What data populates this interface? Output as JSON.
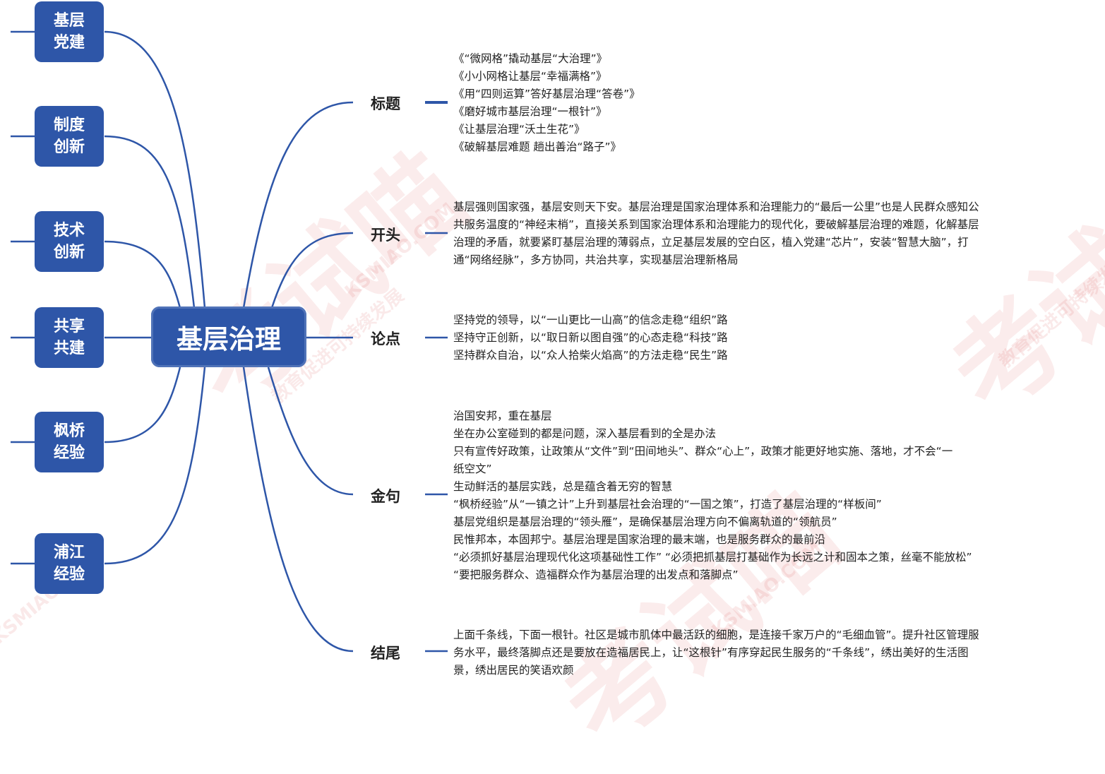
{
  "center": "基层治理",
  "left_nodes": [
    {
      "line1": "基层",
      "line2": "党建"
    },
    {
      "line1": "制度",
      "line2": "创新"
    },
    {
      "line1": "技术",
      "line2": "创新"
    },
    {
      "line1": "共享",
      "line2": "共建"
    },
    {
      "line1": "枫桥",
      "line2": "经验"
    },
    {
      "line1": "浦江",
      "line2": "经验"
    }
  ],
  "right_nodes": {
    "titles": {
      "label": "标题",
      "items": [
        "《“微网格”撬动基层“大治理”》",
        "《小小网格让基层“幸福满格”》",
        "《用“四则运算”答好基层治理“答卷”》",
        "《磨好城市基层治理“一根针”》",
        "《让基层治理“沃土生花”》",
        "《破解基层难题 趟出善治“路子”》"
      ]
    },
    "opening": {
      "label": "开头",
      "lines": [
        "基层强则国家强，基层安则天下安。基层治理是国家治理体系和治理能力的“最后一公里”也是人民群众感知公",
        "共服务温度的“神经末梢”，直接关系到国家治理体系和治理能力的现代化，要破解基层治理的难题，化解基层",
        "治理的矛盾，就要紧盯基层治理的薄弱点，立足基层发展的空白区，植入党建“芯片”，安装“智慧大脑”，打",
        "通“网络经脉”，多方协同，共治共享，实现基层治理新格局"
      ]
    },
    "arguments": {
      "label": "论点",
      "items": [
        "坚持党的领导，以“一山更比一山高”的信念走稳“组织”路",
        "坚持守正创新，以“取日新以图自强”的心态走稳“科技”路",
        "坚持群众自治，以“众人拾柴火焰高”的方法走稳“民生”路"
      ]
    },
    "quotes": {
      "label": "金句",
      "items": [
        "治国安邦，重在基层",
        "坐在办公室碰到的都是问题，深入基层看到的全是办法",
        "只有宣传好政策，让政策从“文件”到“田间地头”、群众“心上”，政策才能更好地实施、落地，才不会“一",
        "纸空文”",
        "生动鲜活的基层实践，总是蕴含着无穷的智慧",
        "“枫桥经验”从“一镇之计”上升到基层社会治理的“一国之策”，打造了基层治理的“样板间”",
        "基层党组织是基层治理的“领头雁”，是确保基层治理方向不偏离轨道的“领航员”",
        "民惟邦本，本固邦宁。基层治理是国家治理的最末端，也是服务群众的最前沿",
        "“必须抓好基层治理现代化这项基础性工作” “必须把抓基层打基础作为长远之计和固本之策，丝毫不能放松”",
        "“要把服务群众、造福群众作为基层治理的出发点和落脚点”"
      ]
    },
    "ending": {
      "label": "结尾",
      "lines": [
        "上面千条线，下面一根针。社区是城市肌体中最活跃的细胞，是连接千家万户的“毛细血管”。提升社区管理服",
        "务水平，最终落脚点还是要放在造福居民上，让“这根针”有序穿起民生服务的“千条线”，绣出美好的生活图",
        "景，绣出居民的笑语欢颜"
      ]
    }
  },
  "watermark": {
    "brand": "考试喵",
    "url": "KSMIAO.COM",
    "slogan": "教育促进可持续发展"
  },
  "colors": {
    "node_fill": "#2e56a8",
    "connector": "#2e56a8",
    "watermark": "#d64646"
  }
}
